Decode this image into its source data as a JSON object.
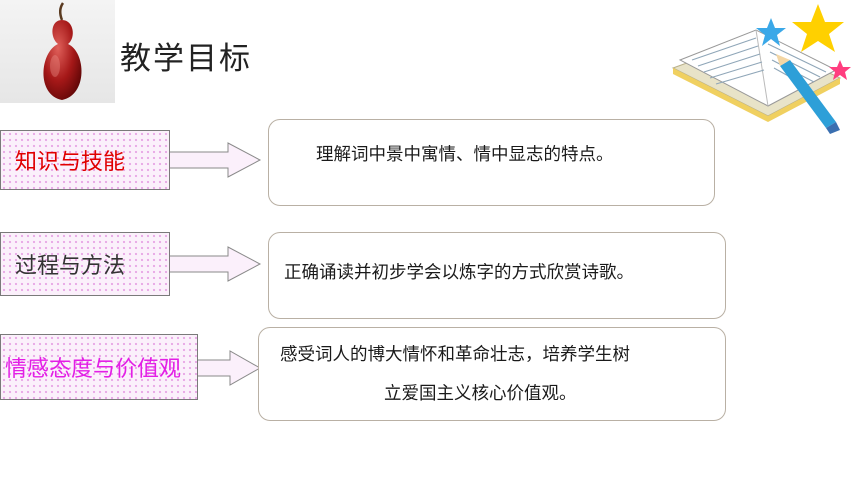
{
  "title": "教学目标",
  "objectives": [
    {
      "label": "知识与技能",
      "label_color": "#e00000",
      "text_lines": [
        "理解词中景中寓情、情中显志的特点。"
      ]
    },
    {
      "label": "过程与方法",
      "label_color": "#333333",
      "text_lines": [
        "正确诵读并初步学会以炼字的方式欣赏诗歌。"
      ]
    },
    {
      "label": "情感态度与价值观",
      "label_color": "#e31ee6",
      "text_lines": [
        "感受词人的博大情怀和革命壮志，培养学生树",
        "立爱国主义核心价值观。"
      ]
    }
  ],
  "images": {
    "top_left": "gourd-icon",
    "top_right": "open-book-pencil-stars-icon"
  }
}
